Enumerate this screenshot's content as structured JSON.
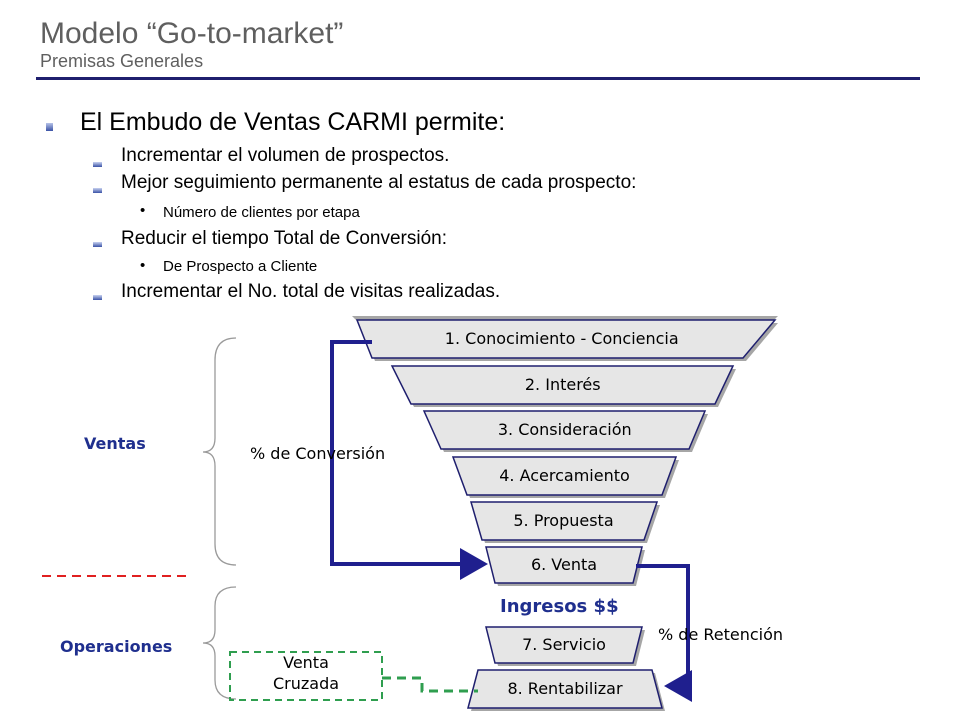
{
  "header": {
    "title": "Modelo “Go-to-market”",
    "subtitle": "Premisas Generales"
  },
  "bullets": {
    "main": "El Embudo de Ventas CARMI permite:",
    "items": [
      "Incrementar el volumen de prospectos.",
      "Mejor seguimiento permanente al estatus de cada prospecto:",
      "Número de clientes por etapa",
      "Reducir el tiempo Total de Conversión:",
      "De Prospecto a Cliente",
      "Incrementar el No. total de visitas realizadas."
    ],
    "bullet_char": "•"
  },
  "funnel": {
    "stages": [
      "1. Conocimiento - Conciencia",
      "2. Interés",
      "3. Consideración",
      "4. Acercamiento",
      "5. Propuesta",
      "6. Venta",
      "7. Servicio",
      "8. Rentabilizar"
    ],
    "revenue_label": "Ingresos $$"
  },
  "labels": {
    "ventas": "Ventas",
    "operaciones": "Operaciones",
    "conversion": "% de Conversión",
    "retencion": "% de Retención",
    "venta_cruzada_line1": "Venta",
    "venta_cruzada_line2": "Cruzada"
  },
  "colors": {
    "title": "#5f5f5f",
    "rule": "#1f1f6e",
    "arrow": "#1f1f8e",
    "accent_text": "#1f2f8e",
    "stage_fill": "#e6e6e6",
    "stage_shadow": "#a6a6a6",
    "stage_border": "#1f1f6e",
    "dashed_red": "#e02020",
    "dashed_green": "#2f9e4f"
  }
}
